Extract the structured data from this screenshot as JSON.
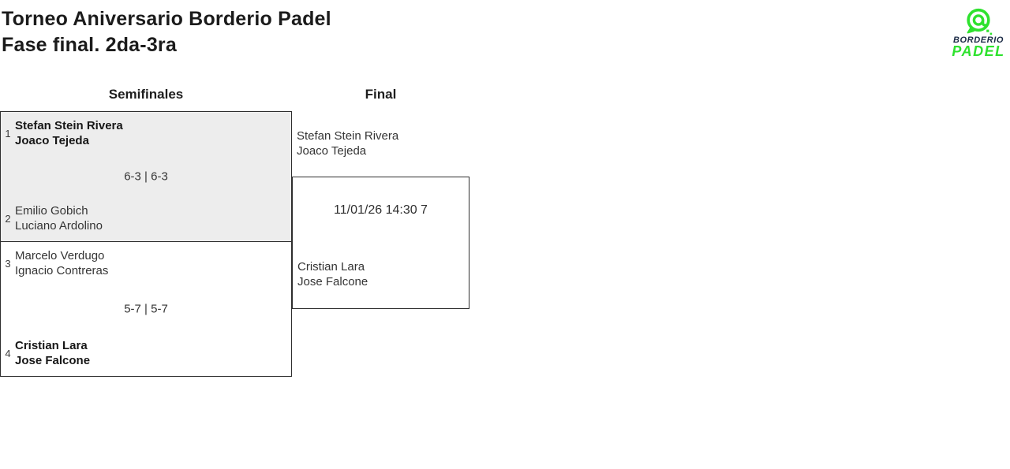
{
  "header": {
    "title_line1": "Torneo Aniversario Borderio Padel",
    "title_line2": "Fase final. 2da-3ra",
    "logo": {
      "icon": "at-pin-icon",
      "brand_line1": "BORDERIO",
      "brand_line2": "PADEL",
      "green": "#2ee22e",
      "navy": "#1b2a45"
    }
  },
  "bracket": {
    "highlight_color": "#ededed",
    "border_color": "#2e2e2e",
    "rounds": [
      {
        "label": "Semifinales"
      },
      {
        "label": "Final"
      }
    ],
    "semifinals": [
      {
        "seed_top": "1",
        "team_top": [
          "Stefan Stein Rivera",
          "Joaco Tejeda"
        ],
        "top_winner": true,
        "score": "6-3 | 6-3",
        "seed_bottom": "2",
        "team_bottom": [
          "Emilio Gobich",
          "Luciano Ardolino"
        ],
        "bottom_winner": false,
        "highlighted": true
      },
      {
        "seed_top": "3",
        "team_top": [
          "Marcelo Verdugo",
          "Ignacio Contreras"
        ],
        "top_winner": false,
        "score": "5-7 | 5-7",
        "seed_bottom": "4",
        "team_bottom": [
          "Cristian Lara",
          "Jose Falcone"
        ],
        "bottom_winner": true,
        "highlighted": false
      }
    ],
    "final": {
      "team_top": [
        "Stefan Stein Rivera",
        "Joaco Tejeda"
      ],
      "schedule": "11/01/26 14:30 7",
      "team_bottom": [
        "Cristian Lara",
        "Jose Falcone"
      ]
    }
  }
}
